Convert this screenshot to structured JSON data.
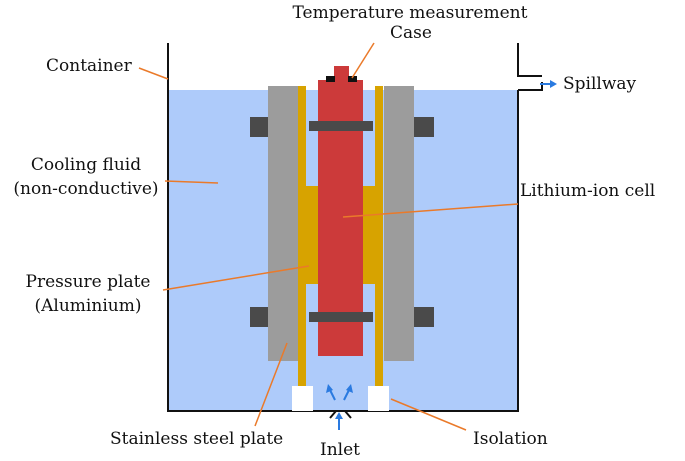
{
  "labels": {
    "temperature": "Temperature measurement",
    "case": "Case",
    "container": "Container",
    "spillway": "Spillway",
    "cooling_fluid_1": "Cooling fluid",
    "cooling_fluid_2": "(non-conductive)",
    "lithium_cell": "Lithium-ion cell",
    "pressure_plate_1": "Pressure plate",
    "pressure_plate_2": "(Aluminium)",
    "stainless": "Stainless steel plate",
    "inlet": "Inlet",
    "isolation": "Isolation"
  },
  "colors": {
    "fluid": "#aecbfa",
    "cell": "#cc3a3a",
    "brass": "#d7a300",
    "plate": "#9c9c9c",
    "bolt": "#4a4a4a",
    "leader": "#ea7a2a",
    "arrow": "#2a7ae0",
    "wall": "#111111"
  }
}
